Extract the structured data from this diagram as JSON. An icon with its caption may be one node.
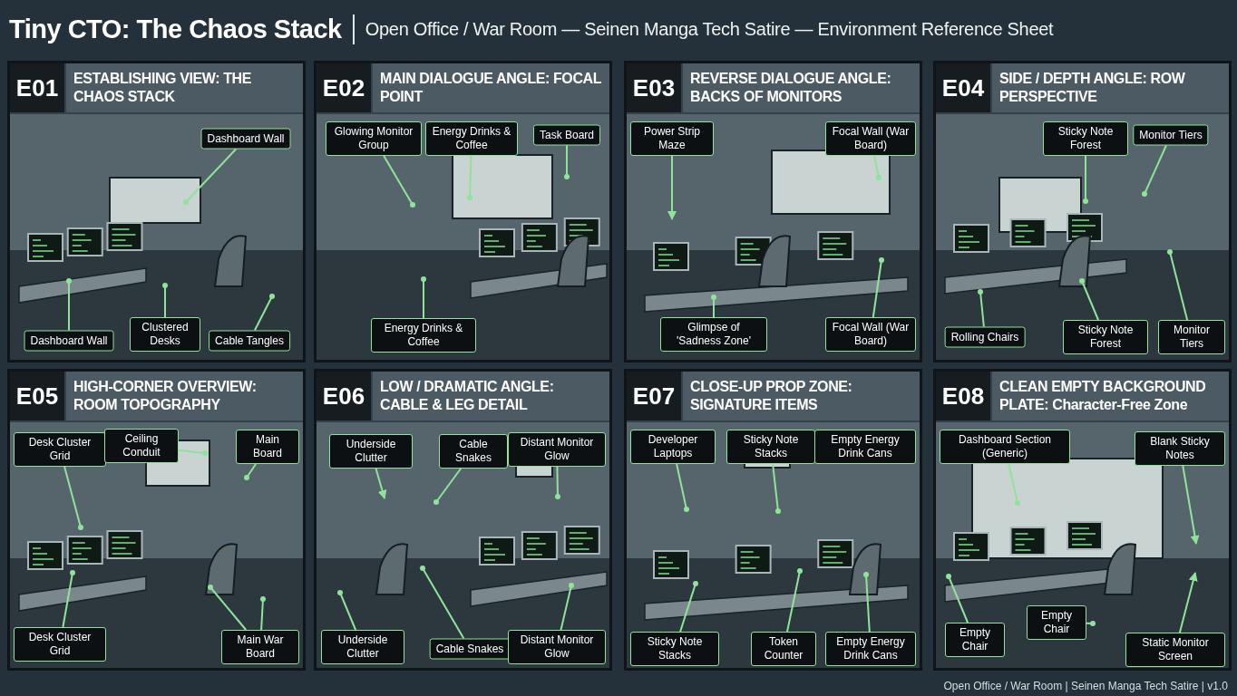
{
  "diagram": {
    "title": "Tiny CTO: The Chaos Stack",
    "caption": "Open Office / War Room | Seinen Manga Tech Satire | v1.0",
    "nodes": [
      {
        "text": [
          "E01",
          "ESTABLISHING VIEW: THE CHAOS STACK"
        ]
      },
      {
        "text": [
          "Dashboard Wall"
        ],
        "in": 0
      },
      {
        "text": [
          "Dashboard Wall"
        ],
        "in": 0
      },
      {
        "text": [
          "Clustered Desks"
        ],
        "in": 0
      },
      {
        "text": [
          "Cable Tangles"
        ],
        "in": 0
      },
      {
        "text": [
          "E02",
          "MAIN DIALOGUE ANGLE: FOCAL POINT"
        ]
      },
      {
        "text": [
          "Glowing Monitor Group"
        ],
        "in": 5
      },
      {
        "text": [
          "Energy Drinks & Coffee"
        ],
        "in": 5
      },
      {
        "text": [
          "Task Board"
        ],
        "in": 5
      },
      {
        "text": [
          "Energy Drinks & Coffee"
        ],
        "in": 5
      },
      {
        "text": [
          "E03",
          "REVERSE DIALOGUE ANGLE: BACKS OF MONITORS"
        ]
      },
      {
        "text": [
          "Power Strip Maze"
        ],
        "in": 10
      },
      {
        "text": [
          "Focal Wall (War Board)"
        ],
        "in": 10
      },
      {
        "text": [
          "Glimpse of 'Sadness Zone'"
        ],
        "in": 10
      },
      {
        "text": [
          "Focal Wall (War Board)"
        ],
        "in": 10
      },
      {
        "text": [
          "E04",
          "SIDE / DEPTH ANGLE: ROW PERSPECTIVE"
        ]
      },
      {
        "text": [
          "Sticky Note Forest"
        ],
        "in": 15
      },
      {
        "text": [
          "Monitor Tiers"
        ],
        "in": 15
      },
      {
        "text": [
          "Rolling Chairs"
        ],
        "in": 15
      },
      {
        "text": [
          "Sticky Note Forest"
        ],
        "in": 15
      },
      {
        "text": [
          "Monitor Tiers"
        ],
        "in": 15
      },
      {
        "text": [
          "E05",
          "HIGH-CORNER OVERVIEW: ROOM TOPOGRAPHY"
        ]
      },
      {
        "text": [
          "Desk Cluster Grid"
        ],
        "in": 21
      },
      {
        "text": [
          "Ceiling Conduit"
        ],
        "in": 21
      },
      {
        "text": [
          "Main Board"
        ],
        "in": 21
      },
      {
        "text": [
          "Desk Cluster Grid"
        ],
        "in": 21
      },
      {
        "text": [
          "Main War Board"
        ],
        "in": 21
      },
      {
        "text": [
          "E06",
          "LOW / DRAMATIC ANGLE: CABLE & LEG DETAIL"
        ]
      },
      {
        "text": [
          "Underside Clutter"
        ],
        "in": 27
      },
      {
        "text": [
          "Cable Snakes"
        ],
        "in": 27
      },
      {
        "text": [
          "Distant Monitor Glow"
        ],
        "in": 27
      },
      {
        "text": [
          "Underside Clutter"
        ],
        "in": 27
      },
      {
        "text": [
          "Cable Snakes"
        ],
        "in": 27
      },
      {
        "text": [
          "Distant Monitor Glow"
        ],
        "in": 27
      },
      {
        "text": [
          "E07",
          "CLOSE-UP PROP ZONE: SIGNATURE ITEMS"
        ]
      },
      {
        "text": [
          "Developer Laptops"
        ],
        "in": 34
      },
      {
        "text": [
          "Sticky Note Stacks"
        ],
        "in": 34
      },
      {
        "text": [
          "Empty Energy Drink Cans"
        ],
        "in": 34
      },
      {
        "text": [
          "Sticky Note Stacks"
        ],
        "in": 34
      },
      {
        "text": [
          "Token Counter"
        ],
        "in": 34
      },
      {
        "text": [
          "Empty Energy Drink Cans"
        ],
        "in": 34
      },
      {
        "text": [
          "E08",
          "CLEAN EMPTY BACKGROUND PLATE: Character-Free Zone"
        ]
      },
      {
        "text": [
          "Dashboard Section (Generic)"
        ],
        "in": 41
      },
      {
        "text": [
          "Blank Sticky Notes"
        ],
        "in": 41
      },
      {
        "text": [
          "Empty Chair"
        ],
        "in": 41
      },
      {
        "text": [
          "Empty Chair"
        ],
        "in": 41
      },
      {
        "text": [
          "Static Monitor Screen"
        ],
        "in": 41
      }
    ],
    "edges": [
      {
        "from": 1,
        "to": null,
        "arrow": "other"
      },
      {
        "from": 2,
        "to": null,
        "arrow": "other"
      },
      {
        "from": 3,
        "to": null,
        "arrow": "other"
      },
      {
        "from": 4,
        "to": null,
        "arrow": "other"
      },
      {
        "from": 6,
        "to": null,
        "arrow": "other"
      },
      {
        "from": 7,
        "to": null,
        "arrow": "other"
      },
      {
        "from": 8,
        "to": null,
        "arrow": "other"
      },
      {
        "from": 9,
        "to": null,
        "arrow": "other"
      },
      {
        "from": 11,
        "to": null,
        "arrow": "to"
      },
      {
        "from": 12,
        "to": null,
        "arrow": "other"
      },
      {
        "from": 13,
        "to": null,
        "arrow": "other"
      },
      {
        "from": 14,
        "to": null,
        "arrow": "other"
      },
      {
        "from": 16,
        "to": null,
        "arrow": "other"
      },
      {
        "from": 17,
        "to": null,
        "arrow": "other"
      },
      {
        "from": 18,
        "to": null,
        "arrow": "other"
      },
      {
        "from": 19,
        "to": null,
        "arrow": "other"
      },
      {
        "from": 20,
        "to": null,
        "arrow": "other"
      },
      {
        "from": 22,
        "to": null,
        "arrow": "other"
      },
      {
        "from": 23,
        "to": null,
        "arrow": "other"
      },
      {
        "from": 24,
        "to": null,
        "arrow": "other"
      },
      {
        "from": 25,
        "to": null,
        "arrow": "other"
      },
      {
        "from": 26,
        "to": null,
        "arrow": "other"
      },
      {
        "from": 26,
        "to": null,
        "arrow": "other"
      },
      {
        "from": 28,
        "to": null,
        "arrow": "to"
      },
      {
        "from": 29,
        "to": null,
        "arrow": "other"
      },
      {
        "from": 30,
        "to": null,
        "arrow": "other"
      },
      {
        "from": 31,
        "to": null,
        "arrow": "other"
      },
      {
        "from": 32,
        "to": null,
        "arrow": "other"
      },
      {
        "from": 33,
        "to": null,
        "arrow": "other"
      },
      {
        "from": 35,
        "to": null,
        "arrow": "other"
      },
      {
        "from": 36,
        "to": null,
        "arrow": "other"
      },
      {
        "from": 38,
        "to": null,
        "arrow": "other"
      },
      {
        "from": 39,
        "to": null,
        "arrow": "other"
      },
      {
        "from": 40,
        "to": null,
        "arrow": "other"
      },
      {
        "from": 42,
        "to": null,
        "arrow": "other"
      },
      {
        "from": 43,
        "to": null,
        "arrow": "to"
      },
      {
        "from": 44,
        "to": null,
        "arrow": "other"
      },
      {
        "from": 45,
        "to": null,
        "arrow": "other"
      },
      {
        "from": 46,
        "to": null,
        "arrow": "to"
      }
    ],
    "labels": [
      "Open Office / War Room — Seinen Manga Tech Satire — Environment Reference Sheet"
    ]
  }
}
